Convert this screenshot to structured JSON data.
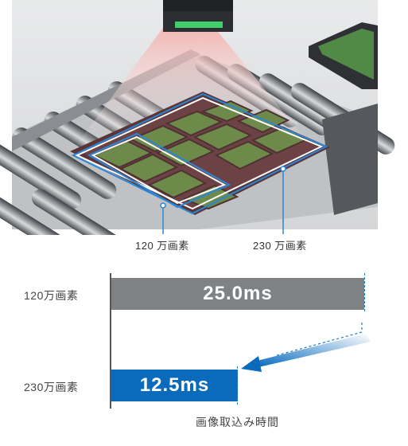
{
  "callouts": {
    "left": "120 万画素",
    "right": "230 万画素"
  },
  "chart_data": {
    "type": "bar",
    "orientation": "horizontal",
    "categories": [
      "120万画素",
      "230万画素"
    ],
    "values": [
      25.0,
      12.5
    ],
    "value_labels": [
      "25.0ms",
      "12.5ms"
    ],
    "xlabel": "画像取込み時間",
    "colors": [
      "#7f8285",
      "#0a6bbd"
    ]
  }
}
